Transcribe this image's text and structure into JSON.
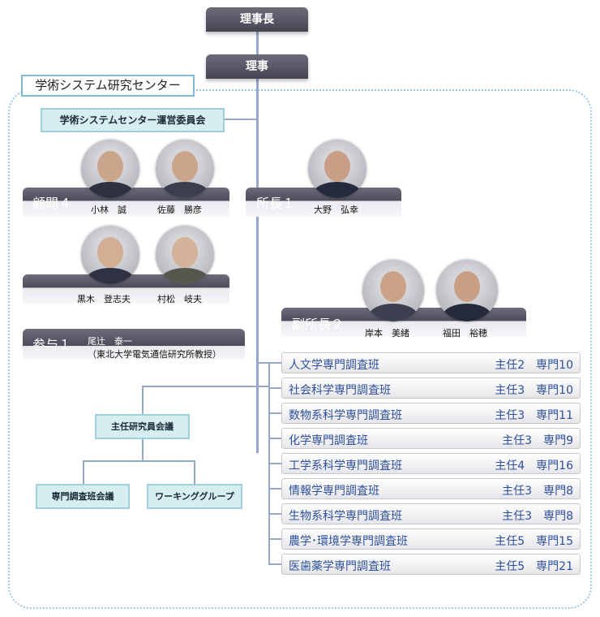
{
  "top_boxes": {
    "board_chair": "理事長",
    "director": "理事"
  },
  "center_title": "学術システム研究センター",
  "committee": "学術システムセンター運営委員会",
  "advisors": {
    "label": "顧問４",
    "people": [
      "小林　誠",
      "佐藤　勝彦",
      "黒木　登志夫",
      "村松　岐夫"
    ]
  },
  "director": {
    "label": "所長１",
    "person": "大野　弘幸"
  },
  "counselor": {
    "label": "参与１",
    "person": "尾辻　泰一",
    "affiliation": "（東北大学電気通信研究所教授）"
  },
  "vice_directors": {
    "label": "副所長２",
    "people": [
      "岸本　美緒",
      "福田　裕穂"
    ]
  },
  "meeting": "主任研究員会議",
  "sub_meetings": [
    "専門調査班会議",
    "ワーキンググループ"
  ],
  "teams": [
    {
      "name": "人文学専門調査班",
      "count": "主任2　専門10"
    },
    {
      "name": "社会科学専門調査班",
      "count": "主任3　専門10"
    },
    {
      "name": "数物系科学専門調査班",
      "count": "主任3　専門11"
    },
    {
      "name": "化学専門調査班",
      "count": "主任3　専門9"
    },
    {
      "name": "工学系科学専門調査班",
      "count": "主任4　専門16"
    },
    {
      "name": "情報学専門調査班",
      "count": "主任3　専門8"
    },
    {
      "name": "生物系科学専門調査班",
      "count": "主任3　専門8"
    },
    {
      "name": "農学･環境学専門調査班",
      "count": "主任5　専門15"
    },
    {
      "name": "医歯薬学専門調査班",
      "count": "主任5　専門21"
    }
  ],
  "colors": {
    "team_text": "#2d4f9c",
    "connector": "#97a7c8",
    "teal_fill": "#d6eef2",
    "dashed_border": "#9ccae0"
  }
}
